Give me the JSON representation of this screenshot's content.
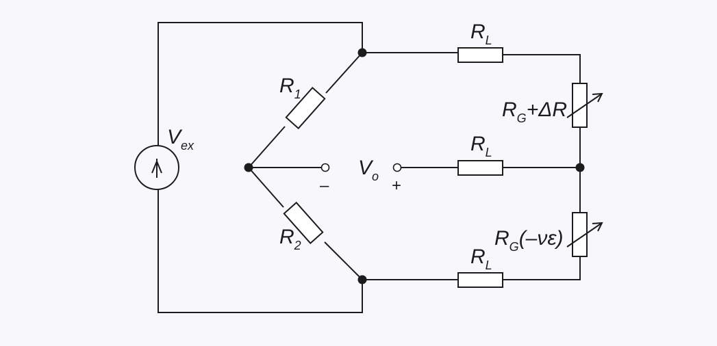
{
  "colors": {
    "background": "#f7f7fc",
    "ink": "#1c1c1c"
  },
  "labels": {
    "v_ex": {
      "main": "V",
      "sub": "ex"
    },
    "r1": {
      "main": "R",
      "sub": "1"
    },
    "r2": {
      "main": "R",
      "sub": "2"
    },
    "v_o": {
      "main": "V",
      "sub": "o"
    },
    "minus": "–",
    "plus": "+",
    "rl_top": {
      "main": "R",
      "sub": "L"
    },
    "rl_mid": {
      "main": "R",
      "sub": "L"
    },
    "rl_bot": {
      "main": "R",
      "sub": "L"
    },
    "rg_top": {
      "main": "R",
      "sub": "G",
      "suffix": "+ΔR"
    },
    "rg_bot": {
      "main": "R",
      "sub": "G",
      "suffix": "(–νε)"
    }
  }
}
